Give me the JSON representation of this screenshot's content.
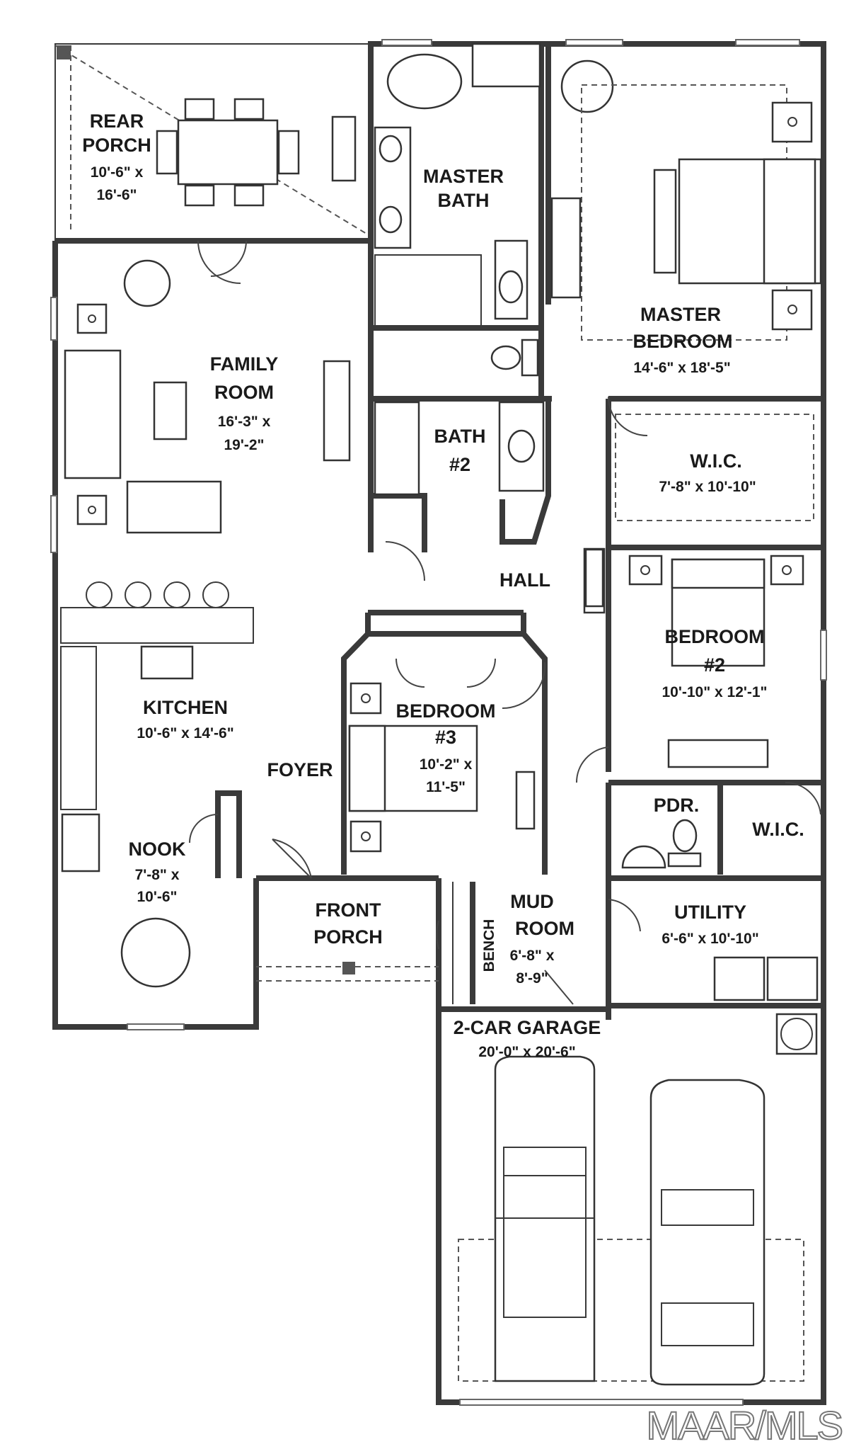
{
  "rooms": {
    "rear_porch": {
      "name_1": "REAR",
      "name_2": "PORCH",
      "dim_1": "10'-6\" x",
      "dim_2": "16'-6\""
    },
    "master_bath": {
      "name_1": "MASTER",
      "name_2": "BATH"
    },
    "master_bedroom": {
      "name_1": "MASTER",
      "name_2": "BEDROOM",
      "dim": "14'-6\" x 18'-5\""
    },
    "family_room": {
      "name_1": "FAMILY",
      "name_2": "ROOM",
      "dim_1": "16'-3\" x",
      "dim_2": "19'-2\""
    },
    "bath_2": {
      "name_1": "BATH",
      "name_2": "#2"
    },
    "wic_master": {
      "name": "W.I.C.",
      "dim": "7'-8\" x 10'-10\""
    },
    "hall": {
      "name": "HALL"
    },
    "bedroom_2": {
      "name_1": "BEDROOM",
      "name_2": "#2",
      "dim": "10'-10\" x 12'-1\""
    },
    "kitchen": {
      "name": "KITCHEN",
      "dim": "10'-6\" x 14'-6\""
    },
    "bedroom_3": {
      "name_1": "BEDROOM",
      "name_2": "#3",
      "dim_1": "10'-2\" x",
      "dim_2": "11'-5\""
    },
    "foyer": {
      "name": "FOYER"
    },
    "powder": {
      "name": "PDR."
    },
    "wic_bed2": {
      "name": "W.I.C."
    },
    "nook": {
      "name": "NOOK",
      "dim_1": "7'-8\" x",
      "dim_2": "10'-6\""
    },
    "front_porch": {
      "name_1": "FRONT",
      "name_2": "PORCH"
    },
    "mud_room": {
      "name_1": "MUD",
      "name_2": "ROOM",
      "dim_1": "6'-8\" x",
      "dim_2": "8'-9\"",
      "bench": "BENCH"
    },
    "utility": {
      "name": "UTILITY",
      "dim": "6'-6\" x 10'-10\""
    },
    "garage": {
      "name": "2-CAR GARAGE",
      "dim": "20'-0\" x 20'-6\""
    }
  },
  "watermark": "MAAR/MLS"
}
